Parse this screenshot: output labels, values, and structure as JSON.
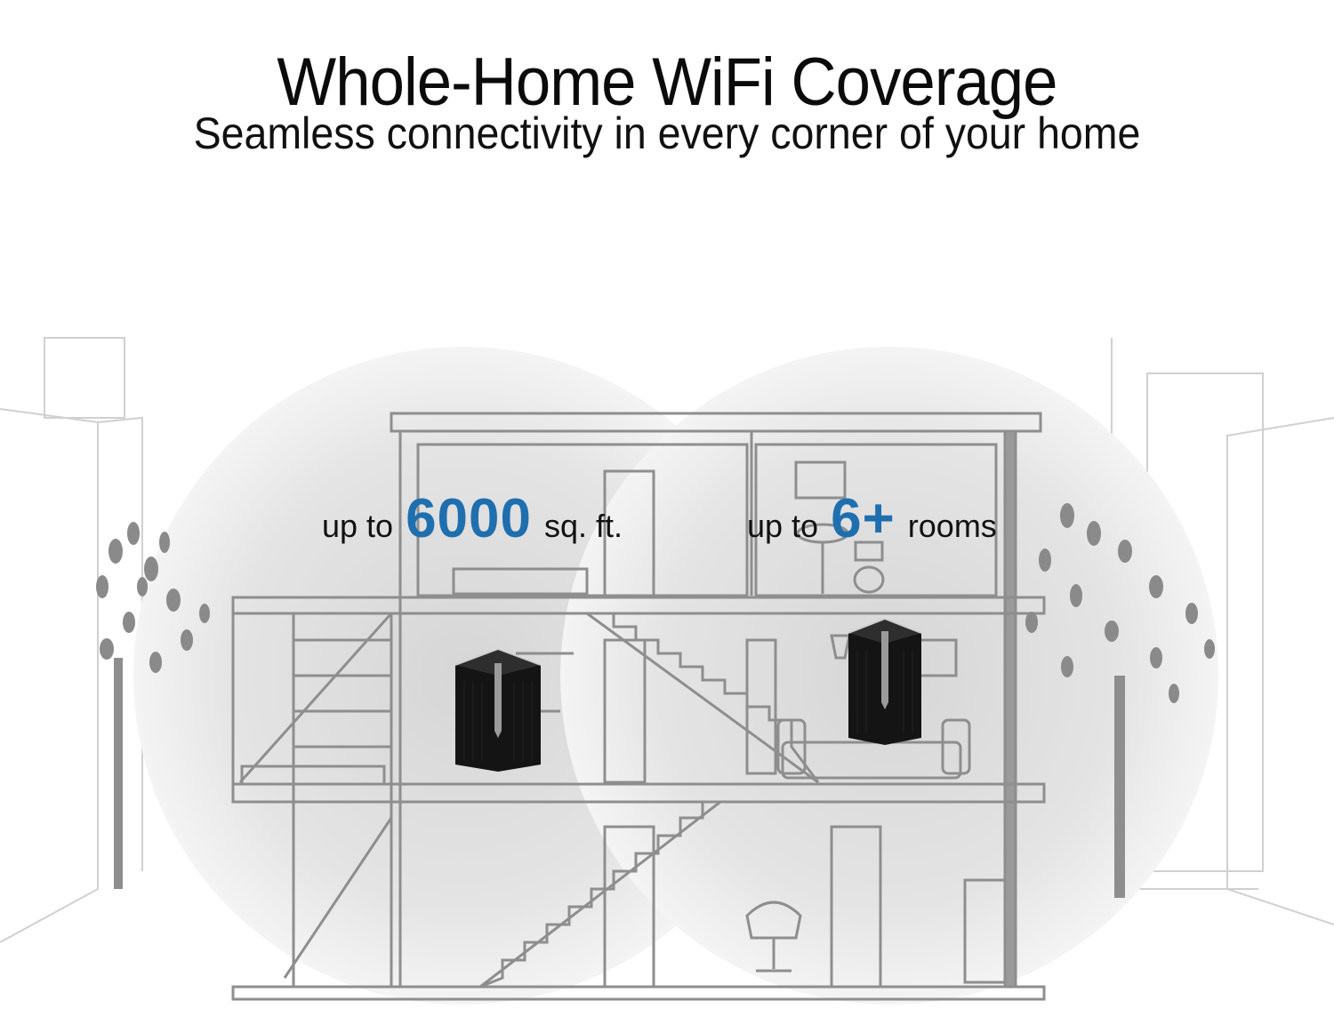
{
  "header": {
    "title": "Whole-Home WiFi Coverage",
    "subtitle": "Seamless connectivity in every corner of your home"
  },
  "stats": [
    {
      "prefix": "up to",
      "value": "6000",
      "suffix": "sq. ft."
    },
    {
      "prefix": "up to",
      "value": "6+",
      "suffix": "rooms"
    }
  ],
  "illustration": {
    "description": "Two-story house cross-section line drawing with two coverage circles and two mesh routers",
    "routers": [
      "router-icon-left",
      "router-icon-right"
    ]
  },
  "colors": {
    "accent": "#1f6fae",
    "text": "#111111",
    "background": "#ffffff",
    "coverage": "#e3e3e3",
    "line": "#9a9a9a"
  }
}
